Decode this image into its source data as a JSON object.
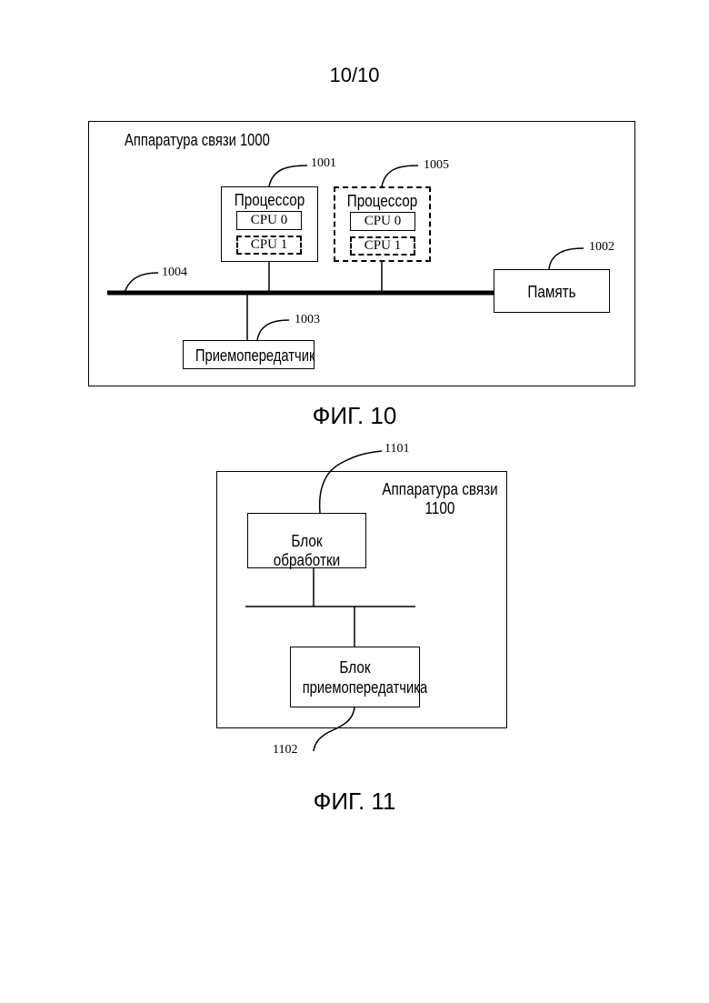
{
  "page_number": "10/10",
  "fig10": {
    "apparatus_label": "Аппаратура связи 1000",
    "processor1": {
      "title": "Процессор",
      "cpu0": "CPU 0",
      "cpu1": "CPU 1",
      "ref": "1001"
    },
    "processor2": {
      "title": "Процессор",
      "cpu0": "CPU 0",
      "cpu1": "CPU 1",
      "ref": "1005"
    },
    "memory": {
      "label": "Память",
      "ref": "1002"
    },
    "bus": {
      "ref": "1004"
    },
    "transceiver": {
      "label": "Приемопередатчик",
      "ref": "1003"
    },
    "caption": "ФИГ. 10"
  },
  "fig11": {
    "apparatus_label_line1": "Аппаратура связи",
    "apparatus_label_line2": "1100",
    "processing_unit": {
      "label": "Блок обработки",
      "ref": "1101"
    },
    "transceiver_unit": {
      "label_line1": "Блок",
      "label_line2": "приемопередатчика",
      "ref": "1102"
    },
    "caption": "ФИГ. 11"
  }
}
